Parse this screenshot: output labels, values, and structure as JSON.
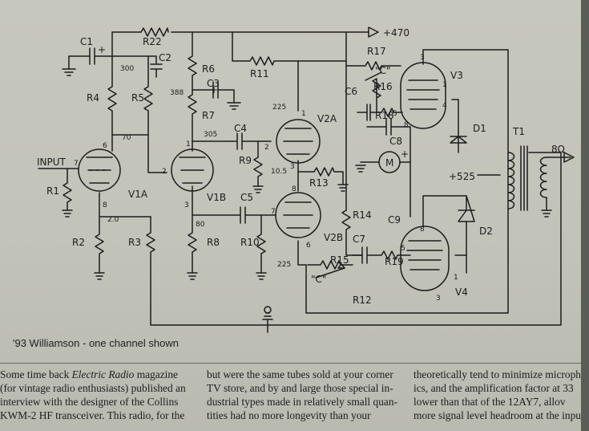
{
  "schematic": {
    "labels": {
      "plus_470": "+470",
      "r22": "R22",
      "c1": "C1",
      "c2": "C2",
      "v300": "300",
      "r4": "R4",
      "r5": "R5",
      "r6": "R6",
      "r7": "R7",
      "c3": "C3",
      "v388": "388",
      "v305": "305",
      "r11": "R11",
      "c4": "C4",
      "r9": "R9",
      "r17": "R17",
      "c_tap1": "\"C\"",
      "r16": "R16",
      "c6": "C6",
      "r18": "R18",
      "v225a": "225",
      "v2a": "V2A",
      "v3": "V3",
      "d1": "D1",
      "t1": "T1",
      "ohm8": "8Ω",
      "c8": "C8",
      "meter": "M",
      "plus_525": "+525",
      "v10_5": "10.5",
      "r13": "R13",
      "v70": "70",
      "input": "INPUT",
      "r1": "R1",
      "v1a": "V1A",
      "v1b": "V1B",
      "c5": "C5",
      "v2_0": "2.0",
      "v80": "80",
      "r2": "R2",
      "r3": "R3",
      "r8": "R8",
      "r10": "R10",
      "r14": "R14",
      "c9": "C9",
      "v225b": "225",
      "v2b": "V2B",
      "c7": "C7",
      "r15": "R15",
      "r19": "R19",
      "c_tap2": "\"C\"",
      "d2": "D2",
      "r12": "R12",
      "v4": "V4",
      "pin_v1a_6": "6",
      "pin_v1a_7": "7",
      "pin_v1a_8": "8",
      "pin_v1b_1": "1",
      "pin_v1b_2": "2",
      "pin_v1b_3": "3",
      "pin_v2a_1": "1",
      "pin_v2a_2": "2",
      "pin_v2a_3": "3",
      "pin_v2b_6": "6",
      "pin_v2b_7": "7",
      "pin_v2b_8": "8",
      "pin_v3_3": "3",
      "pin_v3_1": "1",
      "pin_v3_4": "4",
      "pin_v3_5": "5",
      "pin_v3_8": "8",
      "pin_v4_8": "8",
      "pin_v4_5": "5",
      "pin_v4_1": "1",
      "pin_v4_3": "3",
      "plus_c1": "+",
      "plus_c3": "+",
      "plus_m": "+"
    }
  },
  "caption": "'93 Williamson - one channel shown",
  "article": {
    "col1": [
      {
        "a": "Some time back ",
        "b": "Electric Radio",
        "c": " magazine"
      },
      {
        "a": "(for vintage radio enthusiasts) published an",
        "b": "",
        "c": ""
      },
      {
        "a": "interview with the designer of the Collins",
        "b": "",
        "c": ""
      },
      {
        "a": "KWM-2 HF transceiver. This radio, for the",
        "b": "",
        "c": ""
      }
    ],
    "col2": [
      "but were the same tubes sold at your corner",
      "TV store, and by and large those special in-",
      "dustrial types made in relatively small quan-",
      "tities had no more longevity than your"
    ],
    "col3": [
      "theoretically tend to minimize microph",
      "ics, and the amplification factor at 33",
      "lower than that of the 12AY7, allov",
      "more signal level headroom at the input."
    ]
  }
}
